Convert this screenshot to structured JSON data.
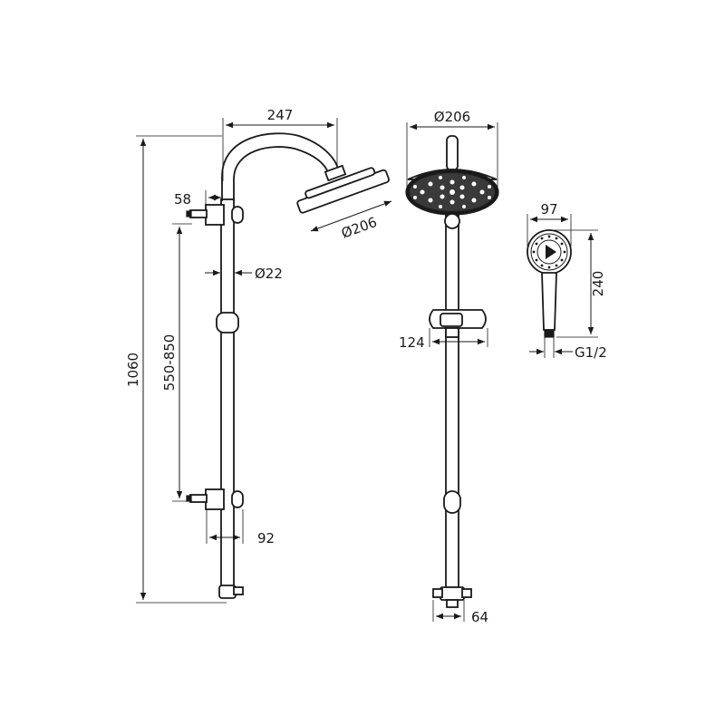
{
  "dimensions": {
    "overall_height": "1060",
    "arm_reach": "247",
    "head_diameter_side": "Ø206",
    "head_diameter_front": "Ø206",
    "bracket_offset": "58",
    "pipe_diameter": "Ø22",
    "bracket_spacing": "550-850",
    "bracket_depth": "92",
    "slider_width": "124",
    "diverter_width": "64",
    "hand_shower_width": "97",
    "hand_shower_length": "240",
    "connection_thread": "G1/2"
  }
}
